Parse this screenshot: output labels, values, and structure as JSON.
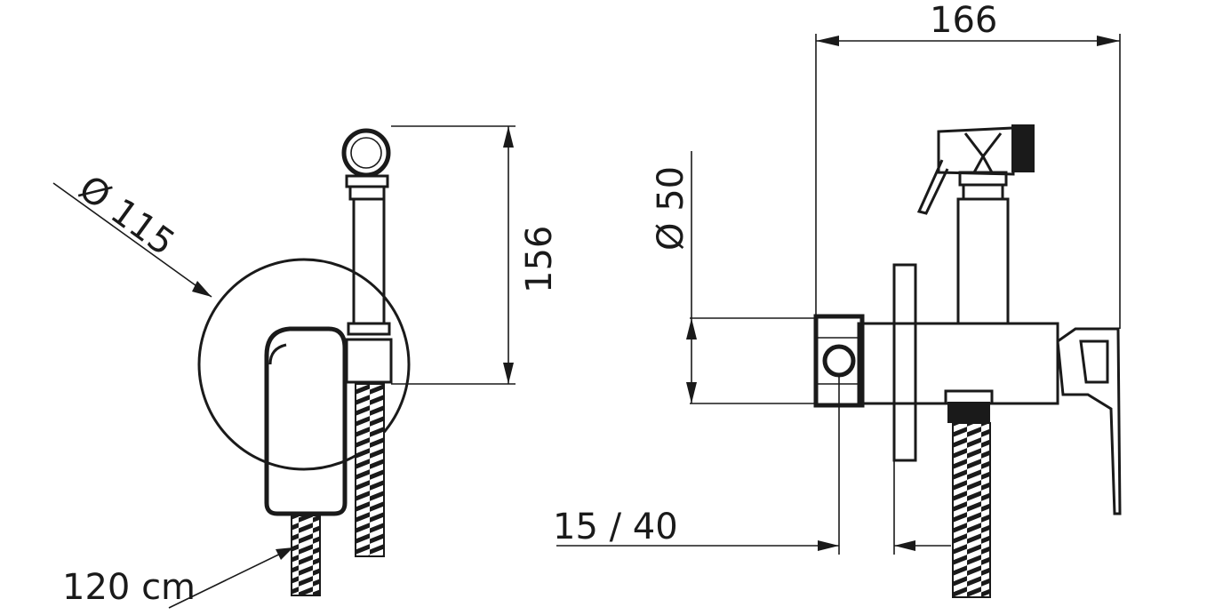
{
  "dimensions": {
    "rosette_diameter": "Ø 115",
    "hose_length": "120 cm",
    "handset_height": "156",
    "handset_diameter": "Ø 50",
    "overall_depth": "166",
    "wall_depth_range": "15 / 40"
  },
  "views": [
    "front-view",
    "side-view"
  ]
}
